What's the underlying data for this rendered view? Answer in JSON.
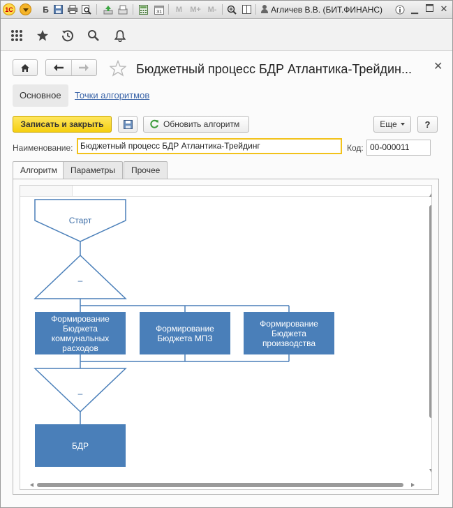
{
  "window": {
    "user": "Агличев В.В. (БИТ.ФИНАНС)",
    "toolbar_letter": "Б",
    "toolbar_m": [
      "M",
      "M+",
      "M-"
    ],
    "calendar_day": "31"
  },
  "form": {
    "title": "Бюджетный процесс БДР Атлантика-Трейдин...",
    "nav_tabs": {
      "main": "Основное",
      "points": "Точки алгоритмов"
    },
    "buttons": {
      "save_close": "Записать и закрыть",
      "refresh": "Обновить алгоритм",
      "more": "Еще",
      "help": "?"
    },
    "name_label": "Наименование:",
    "name_value": "Бюджетный процесс БДР Атлантика-Трейдинг",
    "code_label": "Код:",
    "code_value": "00-000011",
    "tabs": [
      "Алгоритм",
      "Параметры",
      "Прочее"
    ]
  },
  "diagram": {
    "start": "Старт",
    "decision1": "–",
    "decision2": "–",
    "blocks": [
      "Формирование Бюджета коммунальных расходов",
      "Формирование Бюджета МПЗ",
      "Формирование Бюджета производства"
    ],
    "end_block": "БДР"
  },
  "colors": {
    "accent_yellow": "#f5cf10",
    "block_blue": "#4a7fb9",
    "link_blue": "#3a64a8"
  }
}
